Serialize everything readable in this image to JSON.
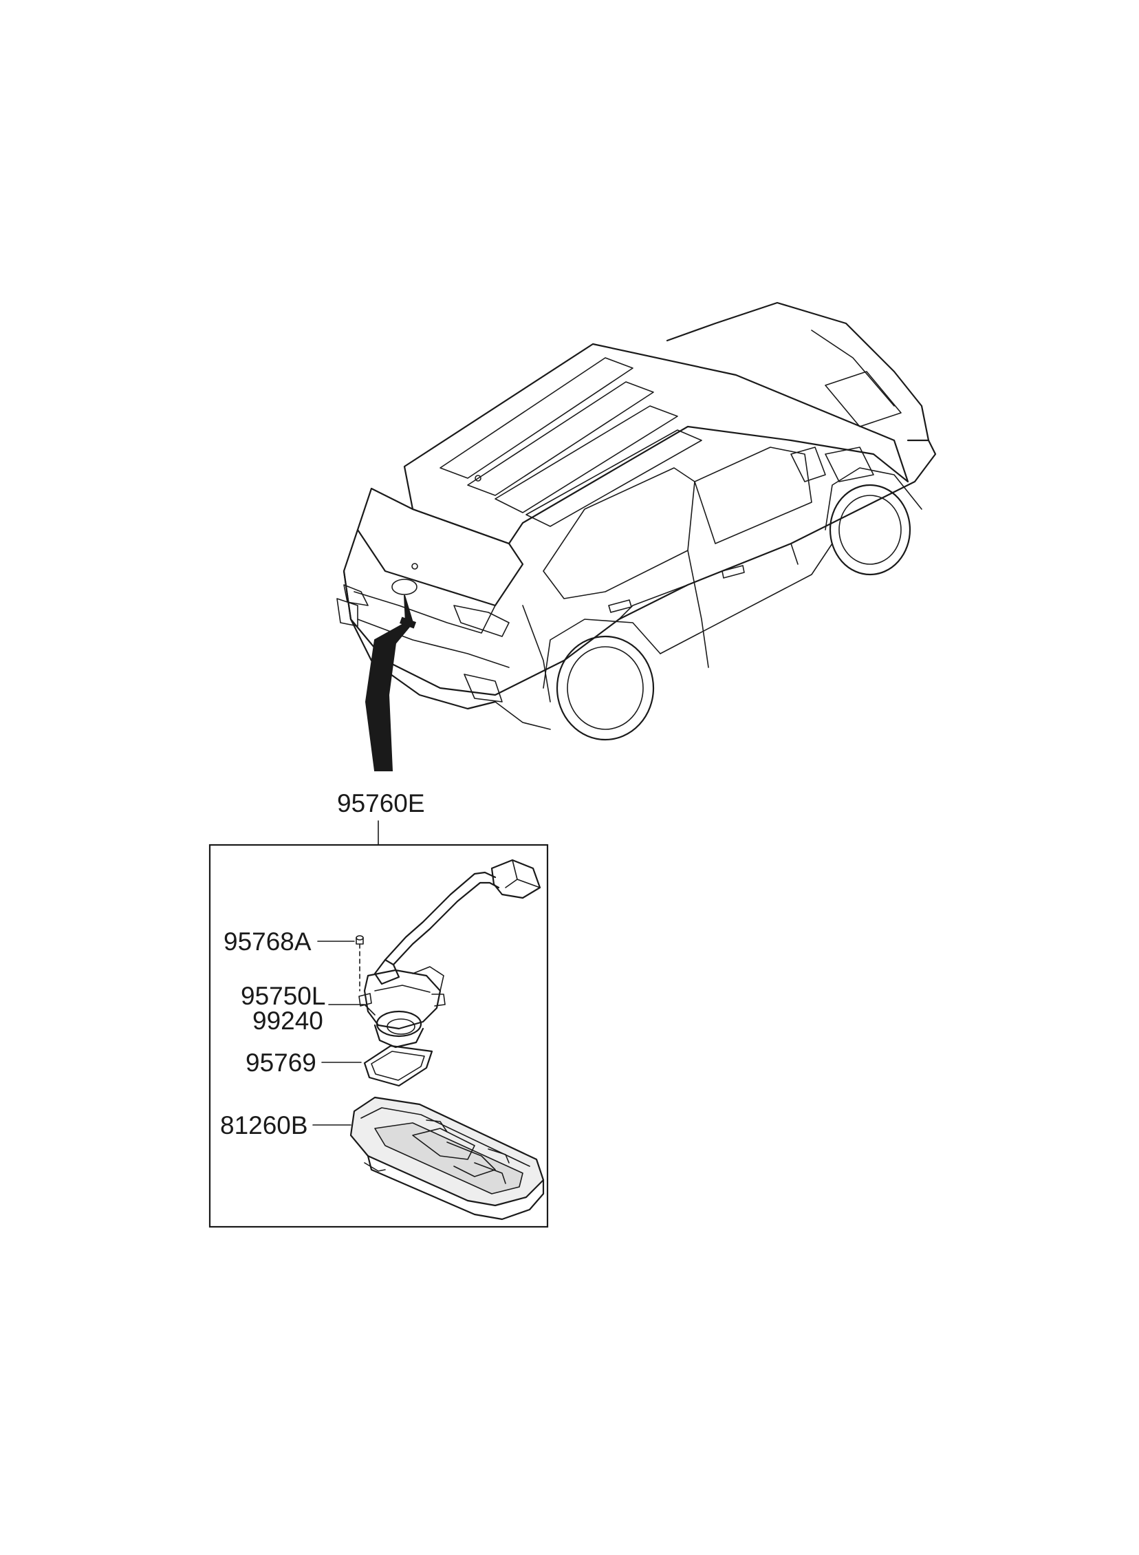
{
  "labels": {
    "assembly": "95760E",
    "screw": "95768A",
    "camera": "95750L",
    "camera_alt": "99240",
    "gasket": "95769",
    "housing": "81260B"
  },
  "colors": {
    "line": "#1a1a1a",
    "background": "#ffffff",
    "housing_shade": "#dcdcdc"
  }
}
